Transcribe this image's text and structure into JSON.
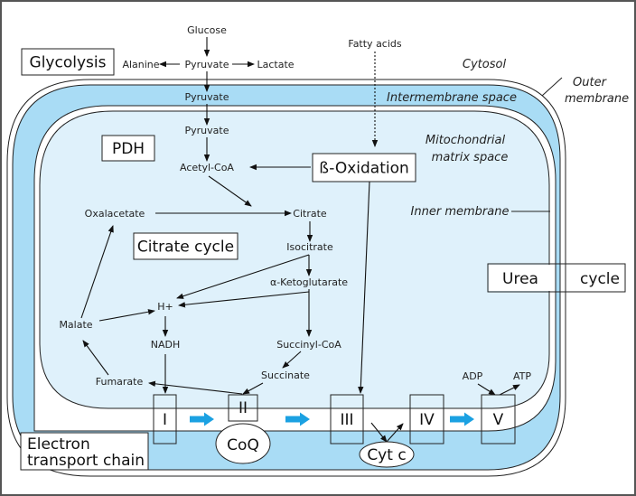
{
  "title_boxes": {
    "glycolysis": "Glycolysis",
    "pdh": "PDH",
    "beta_oxidation": "ß-Oxidation",
    "citrate_cycle": "Citrate cycle",
    "urea_left": "Urea",
    "urea_right": "cycle",
    "etc_line1": "Electron",
    "etc_line2": "transport chain"
  },
  "regions": {
    "cytosol": "Cytosol",
    "outer_membrane_1": "Outer",
    "outer_membrane_2": "membrane",
    "intermembrane_space": "Intermembrane space",
    "matrix_1": "Mitochondrial",
    "matrix_2": "matrix space",
    "inner_membrane": "Inner membrane"
  },
  "metabolites": {
    "glucose": "Glucose",
    "pyruvate_cytosol": "Pyruvate",
    "alanine": "Alanine",
    "lactate": "Lactate",
    "fatty_acids": "Fatty acids",
    "pyruvate_ims": "Pyruvate",
    "pyruvate_matrix": "Pyruvate",
    "acetyl_coa": "Acetyl-CoA",
    "oxalacetate": "Oxalacetate",
    "citrate": "Citrate",
    "isocitrate": "Isocitrate",
    "a_ketoglutarate": "α-Ketoglutarate",
    "h_plus": "H+",
    "malate": "Malate",
    "nadh": "NADH",
    "succinyl_coa": "Succinyl-CoA",
    "succinate": "Succinate",
    "fumarate": "Fumarate",
    "adp": "ADP",
    "atp": "ATP"
  },
  "complexes": {
    "c1": "I",
    "c2": "II",
    "c3": "III",
    "c4": "IV",
    "c5": "V",
    "coq": "CoQ",
    "cytc": "Cyt c"
  },
  "colors": {
    "intermembrane": "#a9dcf5",
    "matrix": "#dff1fb",
    "flow_arrow": "#1ba1e2",
    "line": "#1a1a1a"
  }
}
